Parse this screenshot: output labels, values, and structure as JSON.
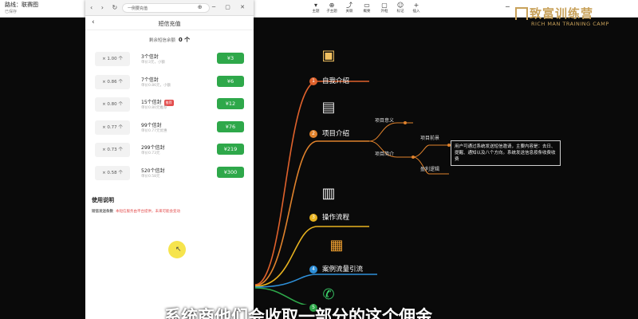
{
  "app": {
    "title": "路线：联赛图",
    "subtitle": "已保存"
  },
  "toolbar": [
    {
      "icon": "dropdown-icon",
      "label": "主题"
    },
    {
      "icon": "plus-node-icon",
      "label": "子主题"
    },
    {
      "icon": "link-icon",
      "label": "关联"
    },
    {
      "icon": "outline-icon",
      "label": "概要"
    },
    {
      "icon": "boundary-icon",
      "label": "外框"
    },
    {
      "icon": "mark-icon",
      "label": "标记"
    },
    {
      "icon": "insert-icon",
      "label": "插入"
    }
  ],
  "brand": {
    "main": "致富训练营",
    "sub": "RICH MAN TRAINING CAMP"
  },
  "browser": {
    "url": "一例要充值"
  },
  "recharge": {
    "title": "短信充值",
    "balance_label": "剩余短信余额",
    "balance_value": "0 个",
    "packages": [
      {
        "qty": "× 1.00 个",
        "name": "3个信封",
        "desc": "单价3元，小额",
        "tag": "",
        "price": "¥3"
      },
      {
        "qty": "× 0.86 个",
        "name": "7个信封",
        "desc": "单价0.86元，小额",
        "tag": "",
        "price": "¥6"
      },
      {
        "qty": "× 0.80 个",
        "name": "15个信封",
        "desc": "单价0.80元推荐",
        "tag": "推荐",
        "price": "¥12"
      },
      {
        "qty": "× 0.77 个",
        "name": "99个信封",
        "desc": "单价0.77元优惠",
        "tag": "",
        "price": "¥76"
      },
      {
        "qty": "× 0.73 个",
        "name": "299个信封",
        "desc": "单价0.73元",
        "tag": "",
        "price": "¥219"
      },
      {
        "qty": "× 0.58 个",
        "name": "520个信封",
        "desc": "单价0.58元",
        "tag": "",
        "price": "¥300"
      }
    ],
    "usage_title": "使用说明",
    "usage_label": "短信发送条数",
    "usage_text": "本短信服务由平台提供，未来可能会变动"
  },
  "mindmap": {
    "nodes": [
      {
        "num": "1",
        "label": "自我介绍",
        "color": "#e0622c",
        "icon": "id-card-icon"
      },
      {
        "num": "2",
        "label": "项目介绍",
        "color": "#e0822c",
        "icon": "document-icon"
      },
      {
        "num": "3",
        "label": "操作流程",
        "color": "#e7b21f",
        "icon": "keyboard-icon"
      },
      {
        "num": "4",
        "label": "案例流量引流",
        "color": "#2e8fd8",
        "icon": "bar-chart-icon"
      },
      {
        "num": "5",
        "label": "",
        "color": "#2ea84a",
        "icon": "phone-icon"
      }
    ],
    "sub_nodes": [
      {
        "label": "项目意义"
      },
      {
        "label": "项目简介"
      },
      {
        "label": "项目前景"
      },
      {
        "label": "盈利逻辑"
      }
    ],
    "note": "用户可通过系统发送短信邀请，主要内容是：去日、提醒、通知以及八个方向。系统发送信息按条收费收费"
  },
  "caption": "系统商他们会收取一部分的这个佣金"
}
